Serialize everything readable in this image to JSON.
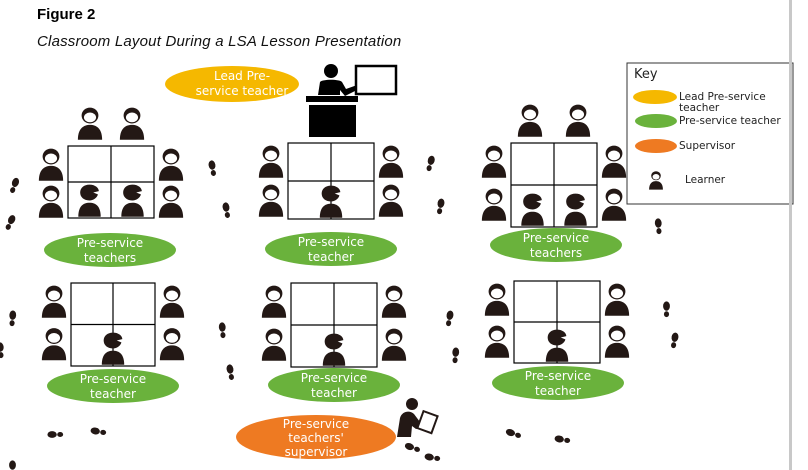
{
  "figure": {
    "label": "Figure 2",
    "title": "Classroom Layout During a LSA Lesson Presentation"
  },
  "colors": {
    "lead": "#f5b800",
    "preservice": "#6ab23c",
    "supervisor": "#ee7a22",
    "ink": "#231815"
  },
  "lead_teacher": {
    "label_lines": [
      "Lead Pre-",
      "service teacher"
    ]
  },
  "groups": [
    {
      "id": "group-1",
      "label_lines": [
        "Pre-service",
        "teachers"
      ],
      "front_learners": 2,
      "side_learners": 4,
      "back_learners": 2
    },
    {
      "id": "group-2",
      "label_lines": [
        "Pre-service",
        "teacher"
      ],
      "front_learners": 1,
      "side_learners": 4,
      "back_learners": 0
    },
    {
      "id": "group-3",
      "label_lines": [
        "Pre-service",
        "teachers"
      ],
      "front_learners": 2,
      "side_learners": 4,
      "back_learners": 2
    },
    {
      "id": "group-4",
      "label_lines": [
        "Pre-service",
        "teacher"
      ],
      "front_learners": 1,
      "side_learners": 4,
      "back_learners": 0
    },
    {
      "id": "group-5",
      "label_lines": [
        "Pre-service",
        "teacher"
      ],
      "front_learners": 1,
      "side_learners": 4,
      "back_learners": 0
    },
    {
      "id": "group-6",
      "label_lines": [
        "Pre-service",
        "teacher"
      ],
      "front_learners": 1,
      "side_learners": 4,
      "back_learners": 0
    }
  ],
  "supervisor": {
    "label_lines": [
      "Pre-service",
      "teachers'",
      "supervisor"
    ]
  },
  "key": {
    "title": "Key",
    "items": [
      {
        "swatch": "lead",
        "label_lines": [
          "Lead Pre-service",
          "teacher"
        ]
      },
      {
        "swatch": "preservice",
        "label_lines": [
          "Pre-service teacher"
        ]
      },
      {
        "swatch": "supervisor",
        "label_lines": [
          "Supervisor"
        ]
      },
      {
        "swatch": "learner-icon",
        "label_lines": [
          "Learner"
        ]
      }
    ]
  }
}
